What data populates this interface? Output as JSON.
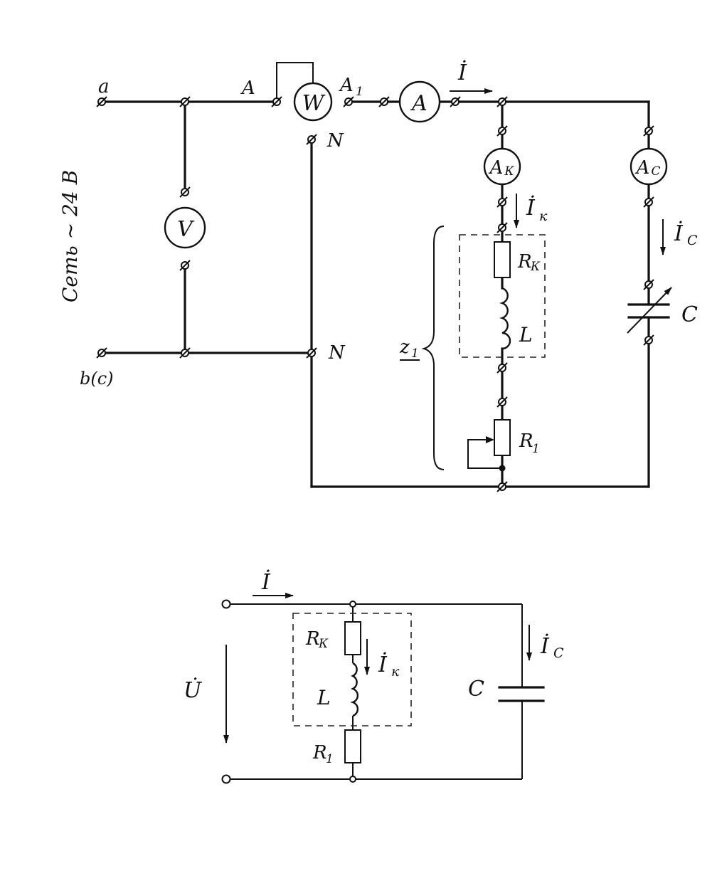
{
  "upper_schematic": {
    "supply_label": "Сеть ~ 24 В",
    "terminals": {
      "a": "a",
      "b_c": "b(c)",
      "A": "A",
      "A1": "A",
      "A1_sub": "1",
      "N_top": "N",
      "N_mid": "N"
    },
    "meters": {
      "voltmeter": "V",
      "wattmeter": "W",
      "ammeter": "A",
      "ammeter_k": "A",
      "ammeter_k_sub": "К",
      "ammeter_c": "A",
      "ammeter_c_sub": "C"
    },
    "currents": {
      "I": "İ",
      "Ik": "İ",
      "Ik_sub": "к",
      "Ic": "İ",
      "Ic_sub": "C"
    },
    "components": {
      "Rk": "R",
      "Rk_sub": "К",
      "L": "L",
      "R1": "R",
      "R1_sub": "1",
      "C": "C",
      "Z1": "z",
      "Z1_sub": "1"
    }
  },
  "lower_schematic": {
    "currents": {
      "I": "İ",
      "Ik": "İ",
      "Ik_sub": "к",
      "Ic": "İ",
      "Ic_sub": "C"
    },
    "voltage": "U̇",
    "components": {
      "Rk": "R",
      "Rk_sub": "К",
      "L": "L",
      "R1": "R",
      "R1_sub": "1",
      "C": "C"
    }
  }
}
